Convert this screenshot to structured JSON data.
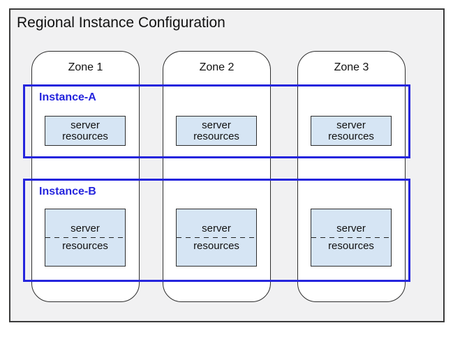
{
  "diagram": {
    "title": "Regional Instance Configuration",
    "zones": [
      {
        "label": "Zone 1"
      },
      {
        "label": "Zone 2"
      },
      {
        "label": "Zone 3"
      }
    ],
    "instances": [
      {
        "label": "Instance-A",
        "boxes": [
          {
            "line1": "server",
            "line2": "resources"
          },
          {
            "line1": "server",
            "line2": "resources"
          },
          {
            "line1": "server",
            "line2": "resources"
          }
        ]
      },
      {
        "label": "Instance-B",
        "boxes": [
          {
            "line1": "server",
            "line2": "resources"
          },
          {
            "line1": "server",
            "line2": "resources"
          },
          {
            "line1": "server",
            "line2": "resources"
          }
        ]
      }
    ],
    "colors": {
      "instance_border": "#2525dd",
      "server_box_fill": "#d6e5f4",
      "region_background": "#f1f1f2",
      "zone_fill": "#ffffff",
      "line_color": "#2e2e2e"
    }
  }
}
